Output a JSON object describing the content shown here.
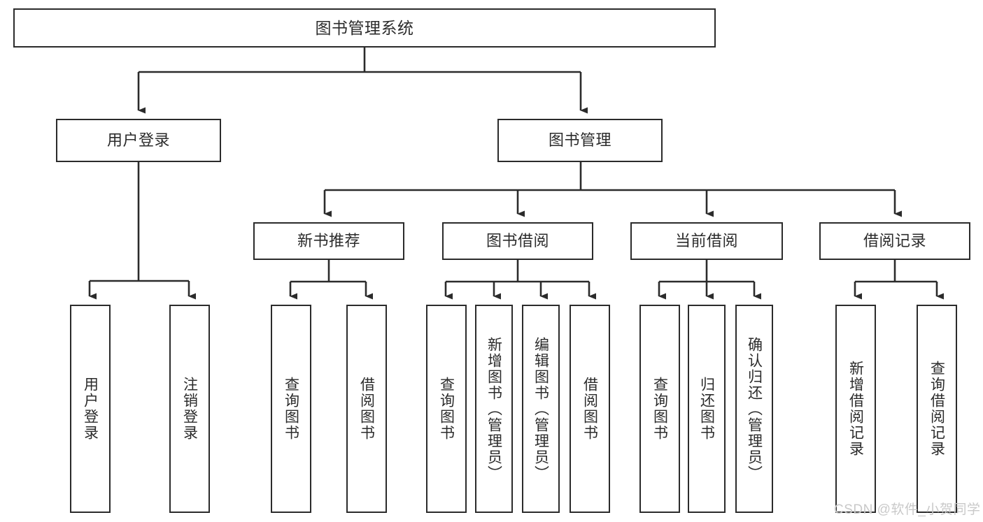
{
  "diagram": {
    "title": "图书管理系统",
    "levels": {
      "root": {
        "label": "图书管理系统"
      },
      "level2": [
        {
          "label": "用户登录"
        },
        {
          "label": "图书管理"
        }
      ],
      "level3": [
        {
          "label": "新书推荐"
        },
        {
          "label": "图书借阅"
        },
        {
          "label": "当前借阅"
        },
        {
          "label": "借阅记录"
        }
      ],
      "leaves": [
        {
          "label": "用户登录"
        },
        {
          "label": "注销登录"
        },
        {
          "label": "查询图书"
        },
        {
          "label": "借阅图书"
        },
        {
          "label": "查询图书"
        },
        {
          "label": "新增图书（管理员）"
        },
        {
          "label": "编辑图书（管理员）"
        },
        {
          "label": "借阅图书"
        },
        {
          "label": "查询图书"
        },
        {
          "label": "归还图书"
        },
        {
          "label": "确认归还（管理员）"
        },
        {
          "label": "新增借阅记录"
        },
        {
          "label": "查询借阅记录"
        }
      ]
    },
    "colors": {
      "stroke": "#2b2b2b",
      "background": "#ffffff",
      "text": "#2b2b2b",
      "watermark": "#c9c9c9"
    }
  },
  "watermark": {
    "text": "CSDN @软件_小贺同学"
  }
}
